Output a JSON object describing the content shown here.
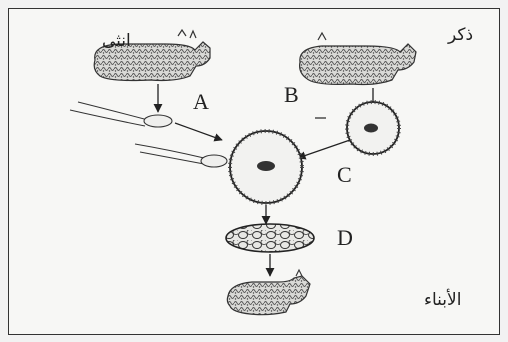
{
  "labels": {
    "female": "انثى",
    "male": "ذكر",
    "offspring": "الأبناء"
  },
  "stages": [
    "A",
    "B",
    "C",
    "D"
  ],
  "icons": {
    "female_parent": "sheep-icon",
    "male_parent": "sheep-icon",
    "offspring": "lamb-icon"
  }
}
